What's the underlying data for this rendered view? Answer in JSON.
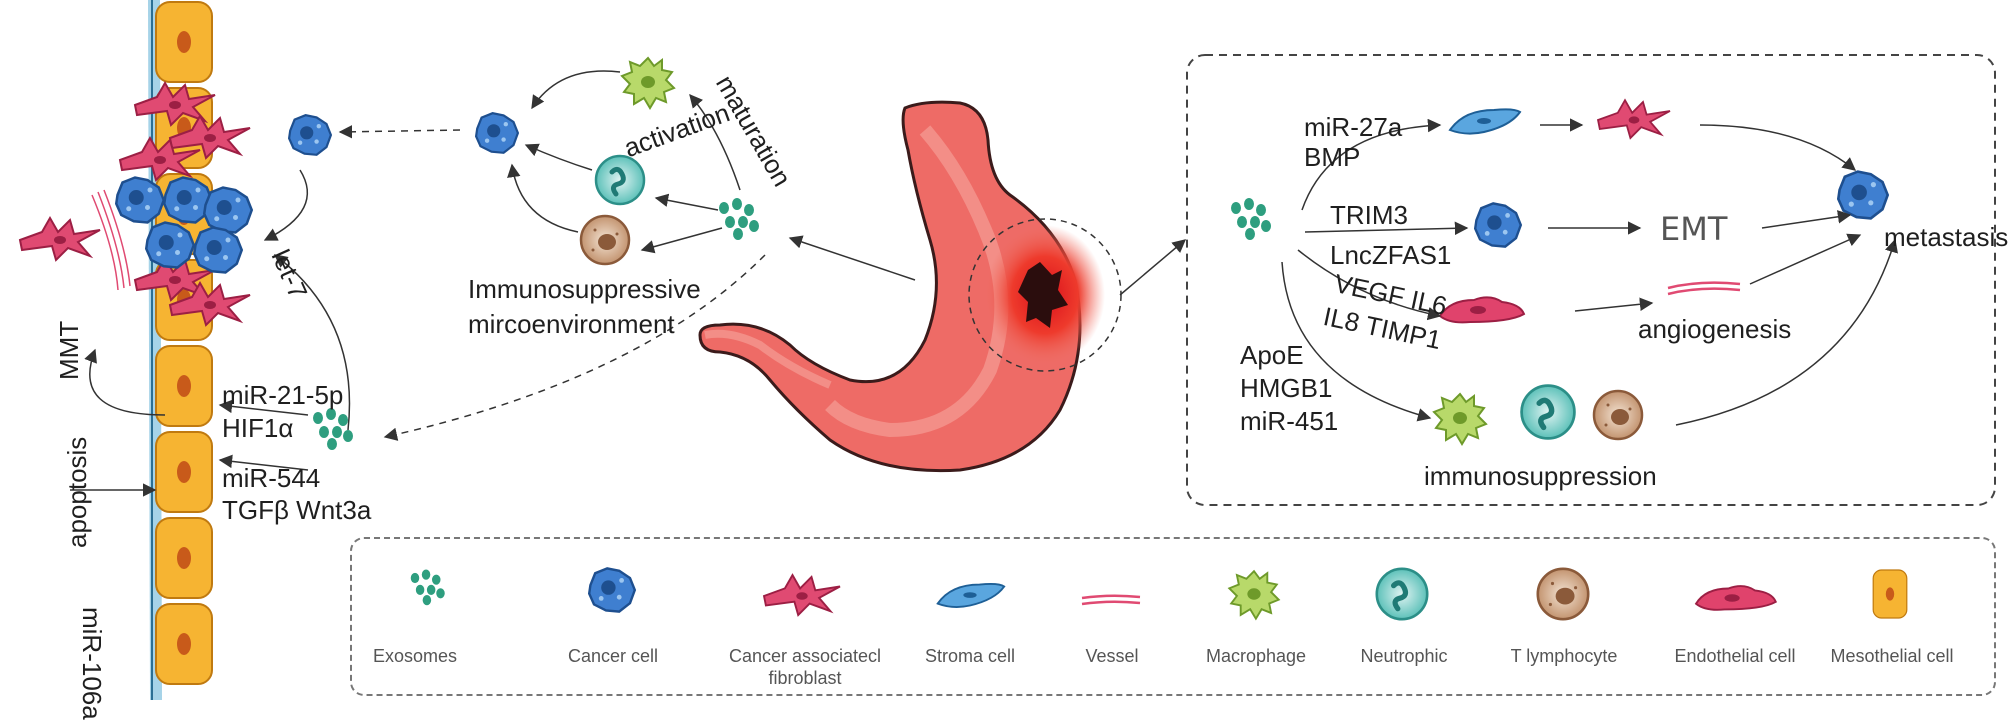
{
  "left_panel": {
    "mmt": "MMT",
    "apoptosis": "apoptosis",
    "mir106a": "miR-106a",
    "let7": "let-7",
    "mir21": "miR-21-5p",
    "hif1a": "HIF1α",
    "mir544": "miR-544",
    "tgfb_wnt": "TGFβ Wnt3a"
  },
  "middle_panel": {
    "maturation": "maturation",
    "activation": "activation",
    "immuno_line1": "Immunosuppressive",
    "immuno_line2": "mircoenvironment"
  },
  "right_panel": {
    "mir27a": "miR-27a",
    "bmp": "BMP",
    "trim3": "TRIM3",
    "lnczfas1": "LncZFAS1",
    "vegf_il6": "VEGF IL6",
    "il8_timp1": "IL8 TIMP1",
    "apoe": "ApoE",
    "hmgb1": "HMGB1",
    "mir451": "miR-451",
    "emt": "EMT",
    "angiogenesis": "angiogenesis",
    "immunosuppression": "immunosuppression",
    "metastasis": "metastasis"
  },
  "legend": {
    "items": [
      {
        "label": "Exosomes",
        "icon": "exosomes-icon"
      },
      {
        "label": "Cancer cell",
        "icon": "cancer-cell-icon"
      },
      {
        "label": "Cancer associatecl fibroblast",
        "icon": "fibroblast-icon"
      },
      {
        "label": "Stroma cell",
        "icon": "stroma-cell-icon"
      },
      {
        "label": "Vessel",
        "icon": "vessel-icon"
      },
      {
        "label": "Macrophage",
        "icon": "macrophage-icon"
      },
      {
        "label": "Neutrophic",
        "icon": "neutrophil-icon"
      },
      {
        "label": "T lymphocyte",
        "icon": "t-lymphocyte-icon"
      },
      {
        "label": "Endothelial cell",
        "icon": "endothelial-cell-icon"
      },
      {
        "label": "Mesothelial cell",
        "icon": "mesothelial-cell-icon"
      }
    ]
  },
  "colors": {
    "exosome": "#2e9e7f",
    "cancer": "#3b78c8",
    "fibroblast": "#d8355f",
    "stroma": "#3d8fd0",
    "mesothelial": "#f2a928",
    "macrophage": "#a3cf4a",
    "neutrophil": "#4fb8b0",
    "lymphocyte": "#b07a50",
    "stomach": "#ec6f6a"
  }
}
